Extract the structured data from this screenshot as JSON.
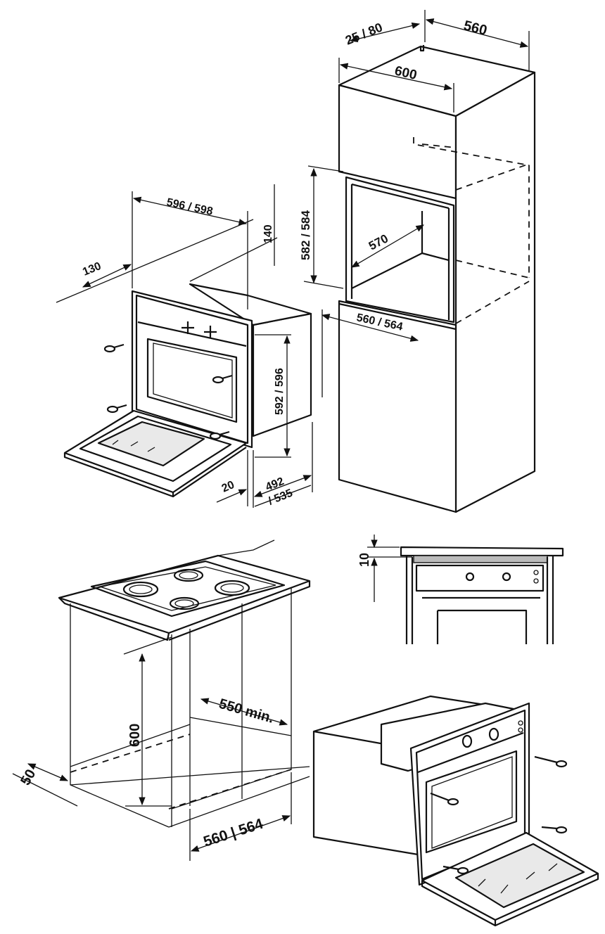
{
  "labels": {
    "cab_top_depth": "25 / 80",
    "cab_depth": "560",
    "cab_width": "600",
    "cab_niche_height": "582 / 584",
    "cab_niche_depth": "570",
    "cab_niche_width": "560 / 564",
    "oven_width": "596 / 598",
    "oven_gap_top": "140",
    "oven_side_130": "130",
    "oven_height": "592 / 596",
    "oven_front": "20",
    "oven_depth_a": "492",
    "oven_depth_b": "/ 535",
    "undercounter_gap": "10",
    "undercounter_height": "600",
    "undercounter_min_depth": "550 min.",
    "undercounter_back": "50",
    "undercounter_width": "560 | 564"
  },
  "colors": {
    "ink": "#111111",
    "paper": "#ffffff"
  }
}
